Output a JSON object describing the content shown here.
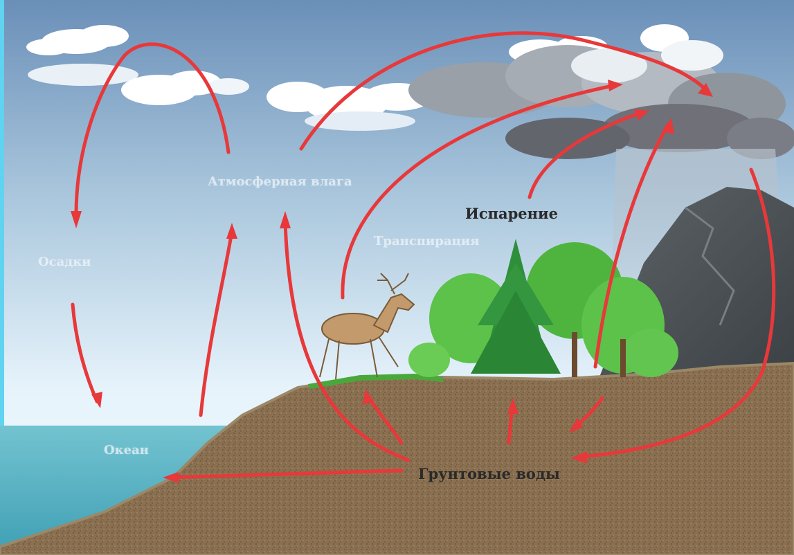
{
  "diagram": {
    "colors": {
      "sky_top": "#6a8fb8",
      "sky_bottom": "#eaf5fc",
      "sea": "#5eb6c4",
      "soil": "#8a7051",
      "soil_edge": "#9b8868",
      "grass": "#4aa83a",
      "tree_dark": "#2e8f3a",
      "tree_light": "#5cc24a",
      "mountain": "#4a5054",
      "cloud_white": "#ffffff",
      "storm_cloud": "#6f7078",
      "arrow": "#e8383a",
      "deer": "#c39a6b",
      "frame_accent": "#5fd3f0"
    },
    "labels": {
      "evaporation": "Испарение",
      "groundwater": "Грунтовые воды"
    },
    "faint_labels": {
      "precipitation": "Осадки",
      "ocean": "Океан",
      "atmosphere": "Атмосферная влага",
      "transpiration": "Транспирация"
    },
    "icons": [
      "deer-icon",
      "tree-icon",
      "cloud-icon",
      "rain-cloud-icon",
      "mountain-icon",
      "arrow-icon"
    ]
  }
}
